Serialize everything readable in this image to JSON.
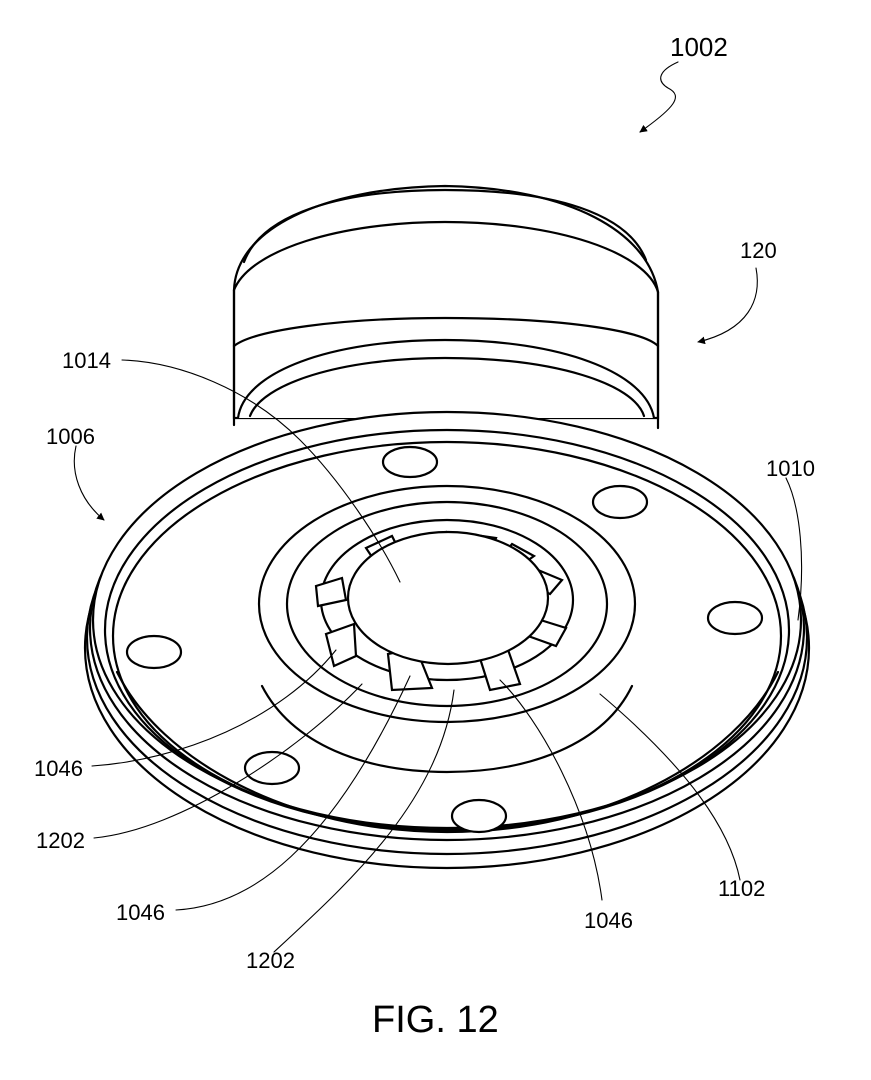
{
  "figure": {
    "caption": "FIG. 12",
    "labels": {
      "assembly": "1002",
      "cap": "120",
      "center_dome": "1014",
      "base_assembly": "1006",
      "outer_rim": "1010",
      "tab_lower_left": "1046",
      "ring_lower_left": "1202",
      "tab_bottom_left": "1046",
      "ring_bottom": "1202",
      "tab_bottom_right": "1046",
      "flange_surface": "1102"
    }
  }
}
